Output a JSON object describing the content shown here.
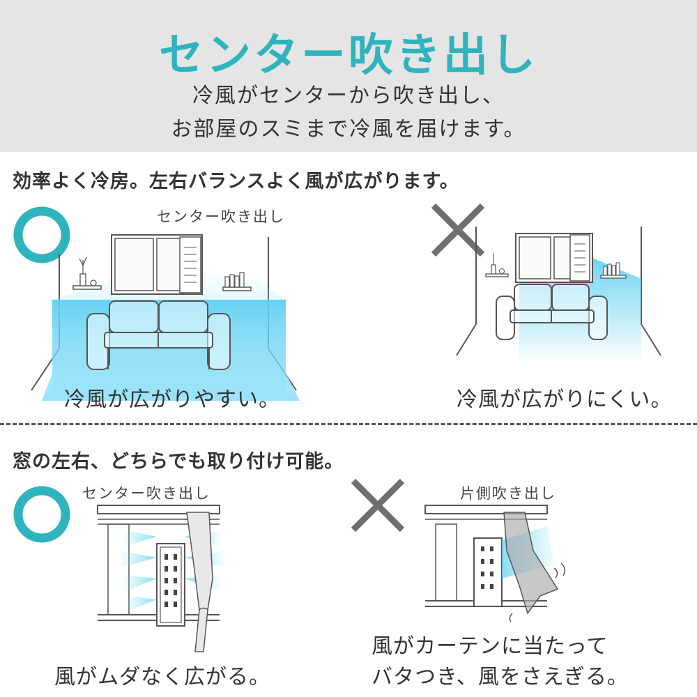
{
  "header": {
    "title": "センター吹き出し",
    "subtitle_line1": "冷風がセンターから吹き出し、",
    "subtitle_line2": "お部屋のスミまで冷風を届けます。"
  },
  "section1": {
    "heading": "効率よく冷房。左右バランスよく風が広がります。",
    "good": {
      "mark": "○",
      "label": "センター吹き出し",
      "caption": "冷風が広がりやすい。"
    },
    "bad": {
      "mark": "×",
      "caption": "冷風が広がりにくい。"
    }
  },
  "section2": {
    "heading": "窓の左右、どちらでも取り付け可能。",
    "good": {
      "mark": "○",
      "label": "センター吹き出し",
      "caption": "風がムダなく広がる。"
    },
    "bad": {
      "mark": "×",
      "label": "片側吹き出し",
      "caption_line1": "風がカーテンに当たって",
      "caption_line2": "バタつき、風をさえぎる。"
    }
  },
  "colors": {
    "accent": "#2fb3bd",
    "cross": "#6f6f6f",
    "cool_air": "#5fd0f2",
    "header_bg": "#e5e5e5",
    "line": "#555555"
  }
}
